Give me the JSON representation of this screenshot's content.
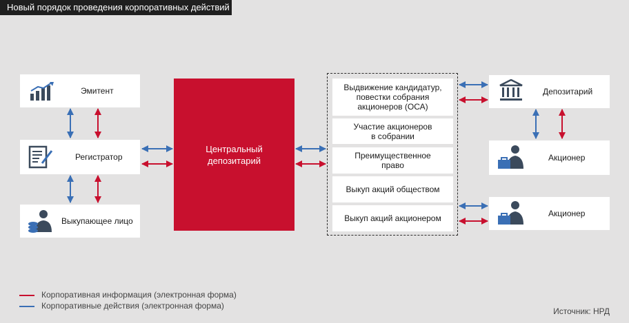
{
  "title": "Новый порядок проведения корпоративных действий",
  "nodes": {
    "emitent": "Эмитент",
    "registrator": "Регистратор",
    "buyer": "Выкупающее лицо",
    "central": "Центральный\nдепозитарий",
    "depository": "Депозитарий",
    "shareholder_1": "Акционер",
    "shareholder_2": "Акционер"
  },
  "actions": [
    "Выдвижение кандидатур,\nповестки собрания\nакционеров (ОСА)",
    "Участие акционеров\nв собрании",
    "Преимущественное\nправо",
    "Выкуп акций обществом",
    "Выкуп акций акционером"
  ],
  "legend": {
    "info": "Корпоративная информация (электронная форма)",
    "actions": "Корпоративные действия (электронная форма)"
  },
  "source": "Источник: НРД",
  "colors": {
    "info_red": "#c8102e",
    "actions_blue": "#3a6fb5",
    "central_fill": "#c8102e",
    "icon_dark": "#3b4a5c"
  }
}
